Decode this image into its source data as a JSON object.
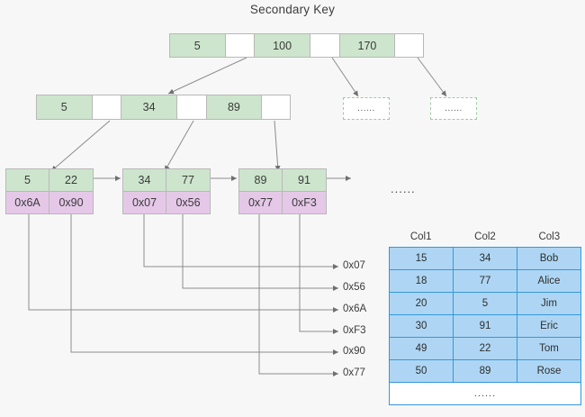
{
  "title": "Secondary Key",
  "colors": {
    "background": "#f7f7f7",
    "key_cell": "#cde5cd",
    "address_cell": "#e5c8e8",
    "pointer_cell": "#ffffff",
    "node_border": "#b8b8b8",
    "dashed_border": "#9ccc9c",
    "table_cell": "#aed6f4",
    "table_border": "#3498db",
    "line": "#8c8c8c"
  },
  "tree": {
    "root": {
      "cells": [
        {
          "type": "key",
          "label": "5"
        },
        {
          "type": "pointer",
          "label": ""
        },
        {
          "type": "key",
          "label": "100"
        },
        {
          "type": "pointer",
          "label": ""
        },
        {
          "type": "key",
          "label": "170"
        },
        {
          "type": "pointer",
          "label": ""
        }
      ]
    },
    "internal": [
      {
        "cells": [
          {
            "type": "key",
            "label": "5"
          },
          {
            "type": "pointer",
            "label": ""
          },
          {
            "type": "key",
            "label": "34"
          },
          {
            "type": "pointer",
            "label": ""
          },
          {
            "type": "key",
            "label": "89"
          },
          {
            "type": "pointer",
            "label": ""
          }
        ]
      }
    ],
    "ellipsis_nodes": [
      {
        "label": "......"
      },
      {
        "label": "......"
      }
    ],
    "leaves": [
      {
        "keys": [
          "5",
          "22"
        ],
        "addresses": [
          "0x6A",
          "0x90"
        ]
      },
      {
        "keys": [
          "34",
          "77"
        ],
        "addresses": [
          "0x07",
          "0x56"
        ]
      },
      {
        "keys": [
          "89",
          "91"
        ],
        "addresses": [
          "0x77",
          "0xF3"
        ]
      }
    ]
  },
  "address_labels": [
    {
      "label": "0x07"
    },
    {
      "label": "0x56"
    },
    {
      "label": "0x6A"
    },
    {
      "label": "0xF3"
    },
    {
      "label": "0x90"
    },
    {
      "label": "0x77"
    }
  ],
  "mid_ellipsis": "......",
  "table": {
    "columns": [
      "Col1",
      "Col2",
      "Col3"
    ],
    "rows": [
      [
        "15",
        "34",
        "Bob"
      ],
      [
        "18",
        "77",
        "Alice"
      ],
      [
        "20",
        "5",
        "Jim"
      ],
      [
        "30",
        "91",
        "Eric"
      ],
      [
        "49",
        "22",
        "Tom"
      ],
      [
        "50",
        "89",
        "Rose"
      ]
    ],
    "tail": "......"
  }
}
